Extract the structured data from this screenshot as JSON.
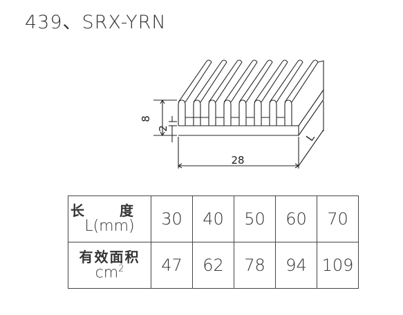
{
  "title": "439、SRX-YRN",
  "drawing": {
    "dim_height": "8",
    "dim_base": "2",
    "dim_width": "28",
    "dim_length": "L"
  },
  "spec_table": {
    "length_header_cn": "长 度",
    "length_header_unit": "L(mm)",
    "area_header_cn": "有效面积",
    "area_header_unit": "cm",
    "area_header_sup": "2",
    "lengths": [
      "30",
      "40",
      "50",
      "60",
      "70"
    ],
    "areas": [
      "47",
      "62",
      "78",
      "94",
      "109"
    ]
  }
}
